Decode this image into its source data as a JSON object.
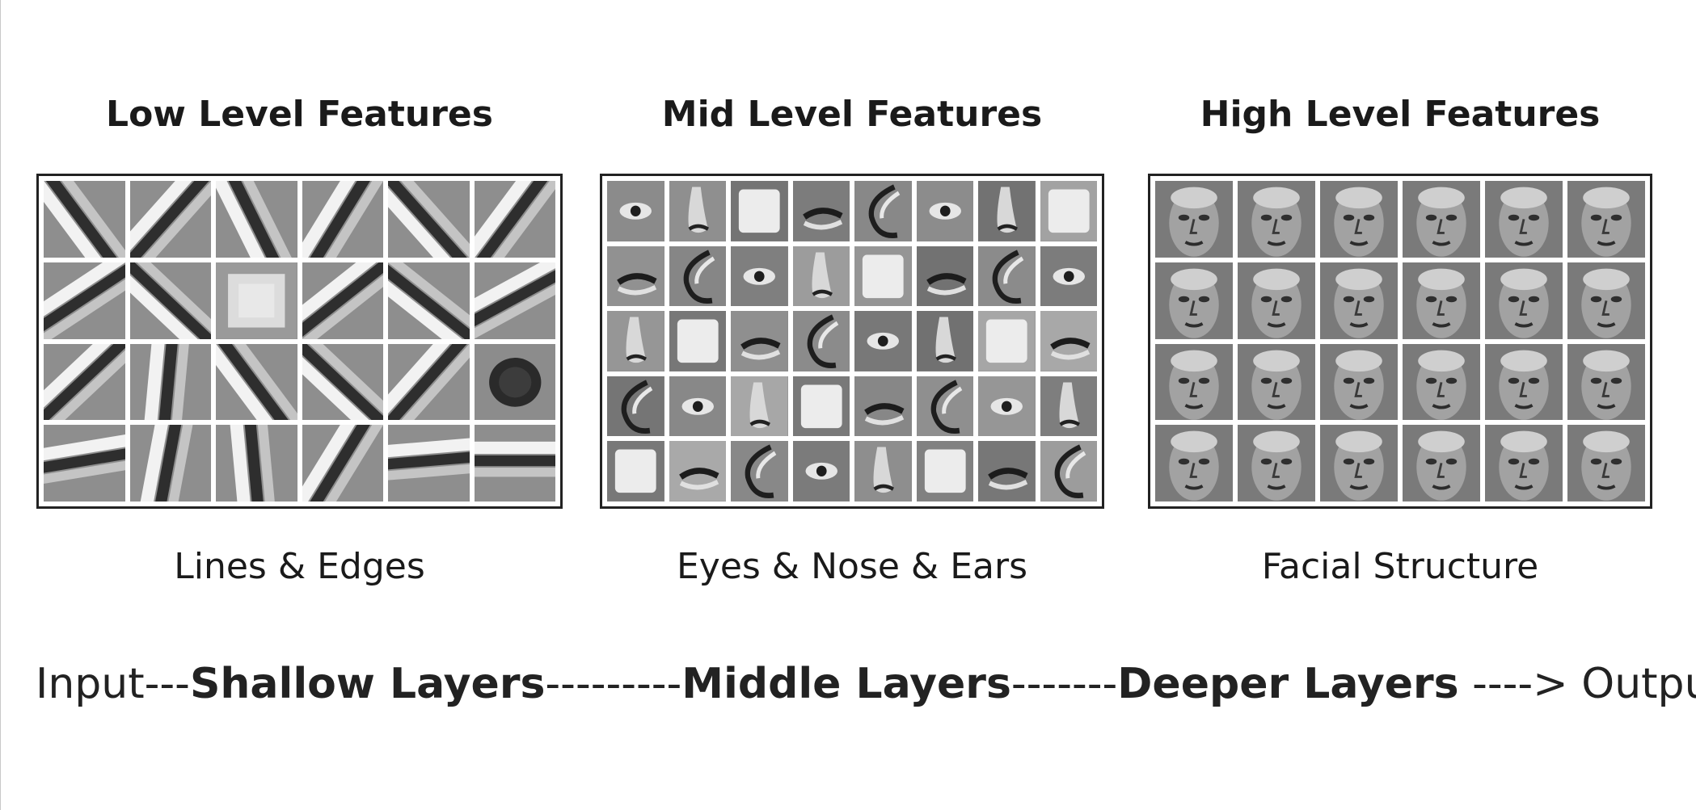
{
  "panels": [
    {
      "title": "Low Level Features",
      "caption": "Lines & Edges",
      "rows": 4,
      "cols": 6,
      "kind": "edge-filter-grid"
    },
    {
      "title": "Mid Level Features",
      "caption": "Eyes & Nose & Ears",
      "rows": 5,
      "cols": 8,
      "kind": "face-part-grid"
    },
    {
      "title": "High Level Features",
      "caption": "Facial Structure",
      "rows": 4,
      "cols": 6,
      "kind": "face-grid"
    }
  ],
  "flow": {
    "input": "Input",
    "sep1": "---",
    "shallow": "Shallow Layers",
    "sep2": "---------",
    "middle": "Middle Layers",
    "sep3": "-------",
    "deeper": "Deeper Layers",
    "sep4": " ----> ",
    "output": "Output"
  },
  "colors": {
    "text": "#1a1a1a",
    "panel_border": "#222222",
    "cell_gray": "#8a8a8a"
  }
}
